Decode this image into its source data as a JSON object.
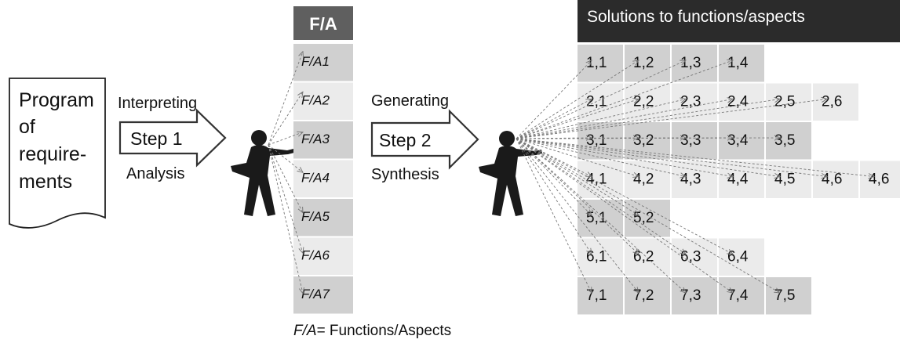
{
  "document": {
    "lines": [
      "Program",
      "of",
      "require-",
      "ments"
    ]
  },
  "step1": {
    "top_label": "Interpreting",
    "label": "Step 1",
    "bottom_label": "Analysis"
  },
  "step2": {
    "top_label": "Generating",
    "label": "Step 2",
    "bottom_label": "Synthesis"
  },
  "fa_column": {
    "header": "F/A",
    "items": [
      "F/A1",
      "F/A2",
      "F/A3",
      "F/A4",
      "F/A5",
      "F/A6",
      "F/A7"
    ]
  },
  "solutions": {
    "header": "Solutions to functions/aspects",
    "rows": [
      [
        "1,1",
        "1,2",
        "1,3",
        "1,4"
      ],
      [
        "2,1",
        "2,2",
        "2,3",
        "2,4",
        "2,5",
        "2,6"
      ],
      [
        "3,1",
        "3,2",
        "3,3",
        "3,4",
        "3,5"
      ],
      [
        "4,1",
        "4,2",
        "4,3",
        "4,4",
        "4,5",
        "4,6",
        "4,6"
      ],
      [
        "5,1",
        "5,2"
      ],
      [
        "6,1",
        "6,2",
        "6,3",
        "6,4"
      ],
      [
        "7,1",
        "7,2",
        "7,3",
        "7,4",
        "7,5"
      ]
    ]
  },
  "legend": {
    "abbr": "F/A",
    "text": "= Functions/Aspects"
  },
  "colors": {
    "header_bg": "#2b2b2b",
    "fa_header_bg": "#5f5f5f",
    "cell_dark": "#d0d0d0",
    "cell_light": "#ebebeb",
    "person": "#1a1a1a",
    "arrow": "#777777"
  }
}
